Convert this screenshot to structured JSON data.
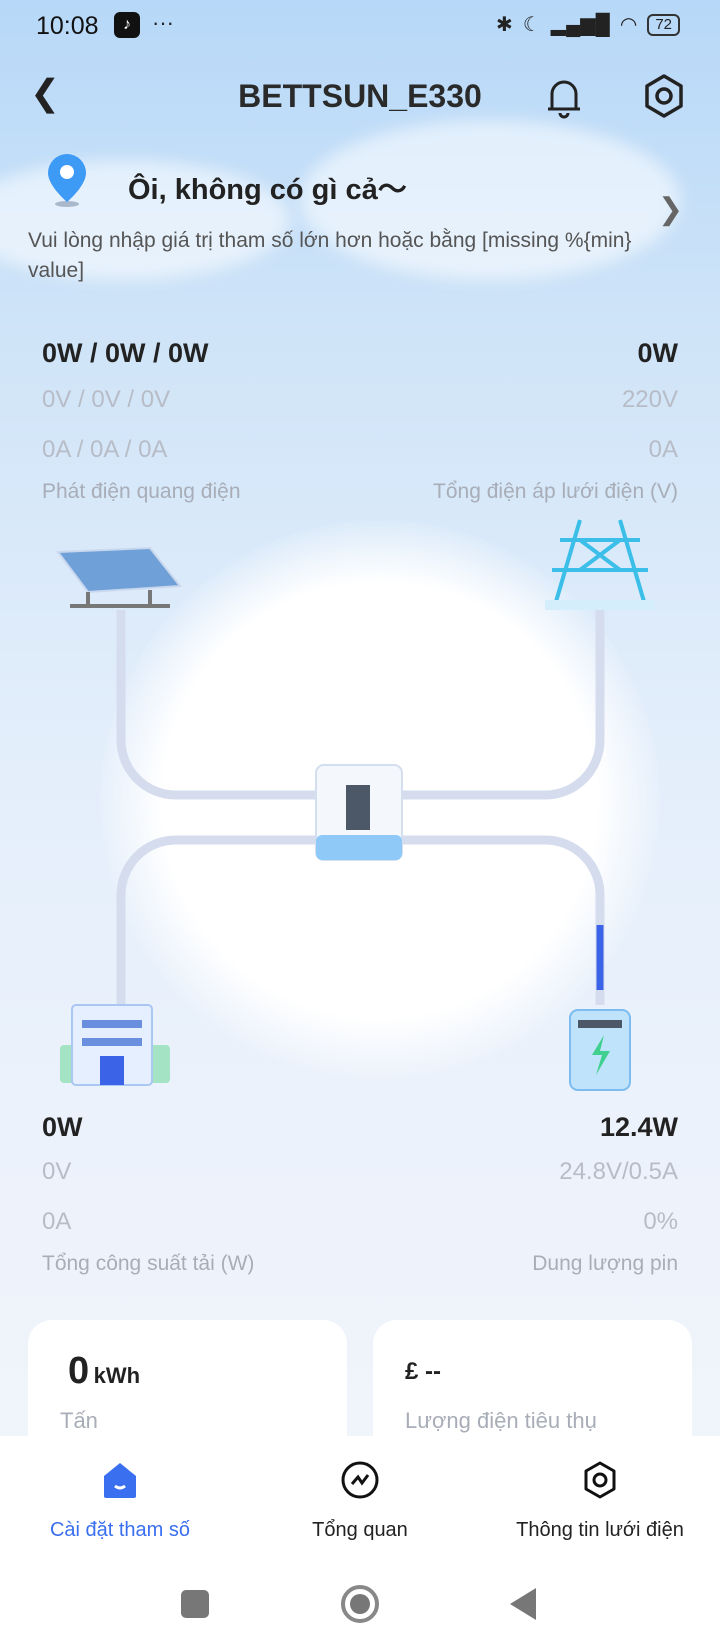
{
  "status_bar": {
    "time": "10:08",
    "battery": "72",
    "dots": "···"
  },
  "header": {
    "title": "BETTSUN_E330"
  },
  "notice": {
    "title": "Ôi, không có gì cả～",
    "message": "Vui lòng nhập giá trị tham số lớn hơn hoặc bằng [missing %{min} value]"
  },
  "pv": {
    "power": "0W / 0W / 0W",
    "voltage": "0V / 0V / 0V",
    "current": "0A / 0A / 0A",
    "label": "Phát điện quang điện"
  },
  "grid": {
    "power": "0W",
    "voltage": "220V",
    "current": "0A",
    "label": "Tổng điện áp lưới điện (V)"
  },
  "load": {
    "power": "0W",
    "voltage": "0V",
    "current": "0A",
    "label": "Tổng công suất tải (W)"
  },
  "battery": {
    "power": "12.4W",
    "voltage_current": "24.8V/0.5A",
    "soc": "0%",
    "label": "Dung lượng pin"
  },
  "cards": [
    {
      "value": "0",
      "unit": "kWh",
      "label": "Tấn"
    },
    {
      "value": "£ --",
      "label": "Lượng điện tiêu thụ"
    }
  ],
  "tabs": [
    {
      "label": "Cài đặt tham số"
    },
    {
      "label": "Tổng quan"
    },
    {
      "label": "Thông tin lưới điện"
    }
  ],
  "colors": {
    "accent": "#3a6ff0",
    "flow": "#3a63e8"
  }
}
